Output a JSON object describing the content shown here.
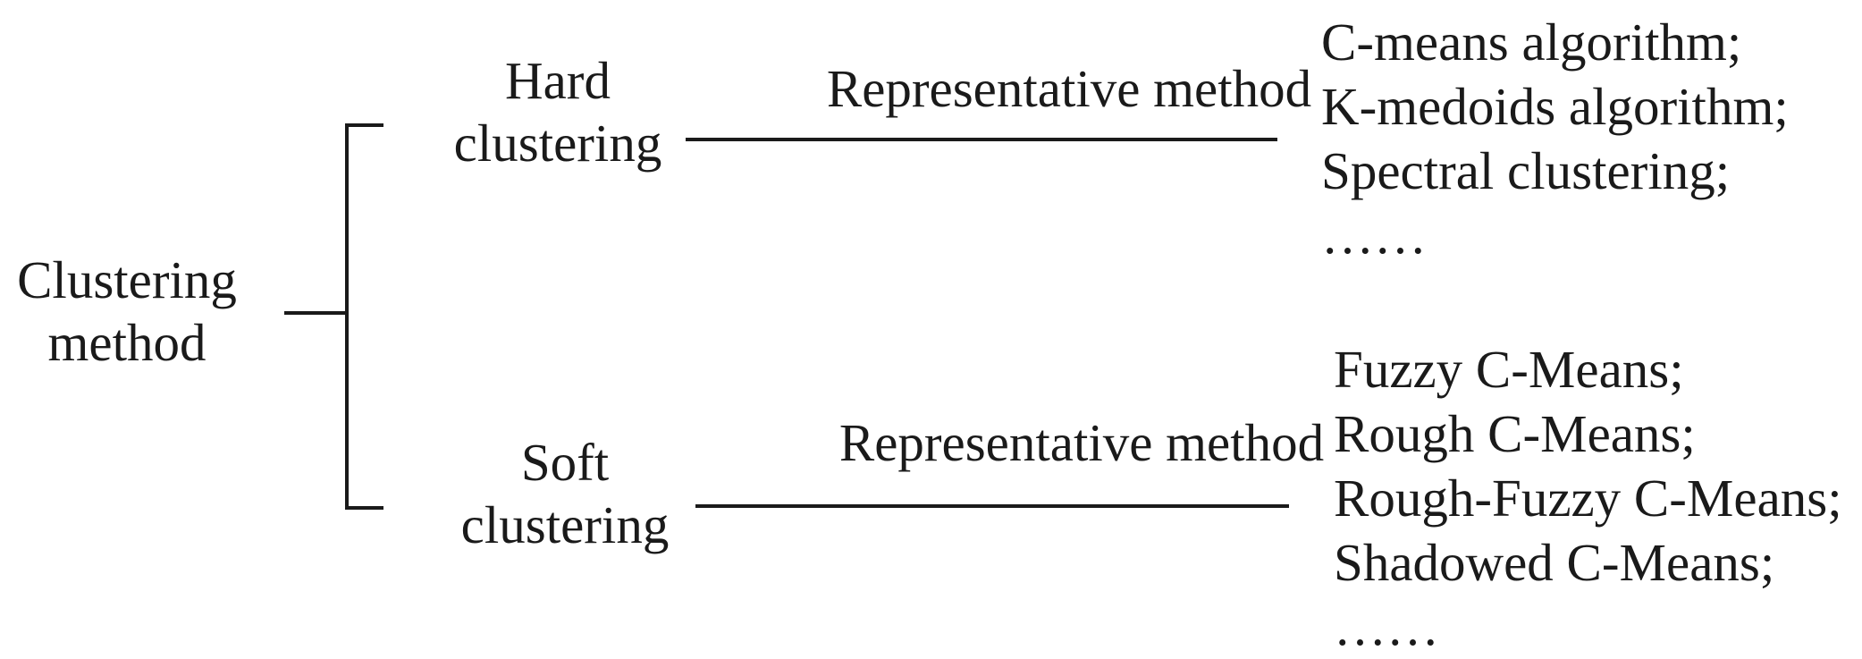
{
  "root": {
    "line1": "Clustering",
    "line2": "method"
  },
  "branches": [
    {
      "name_line1": "Hard",
      "name_line2": "clustering",
      "edge_label": "Representative method",
      "methods": [
        "C-means algorithm;",
        "K-medoids algorithm;",
        "Spectral clustering;",
        "……"
      ]
    },
    {
      "name_line1": "Soft",
      "name_line2": "clustering",
      "edge_label": "Representative method",
      "methods": [
        "Fuzzy C-Means;",
        "Rough C-Means;",
        "Rough-Fuzzy C-Means;",
        "Shadowed C-Means;",
        "……"
      ]
    }
  ]
}
